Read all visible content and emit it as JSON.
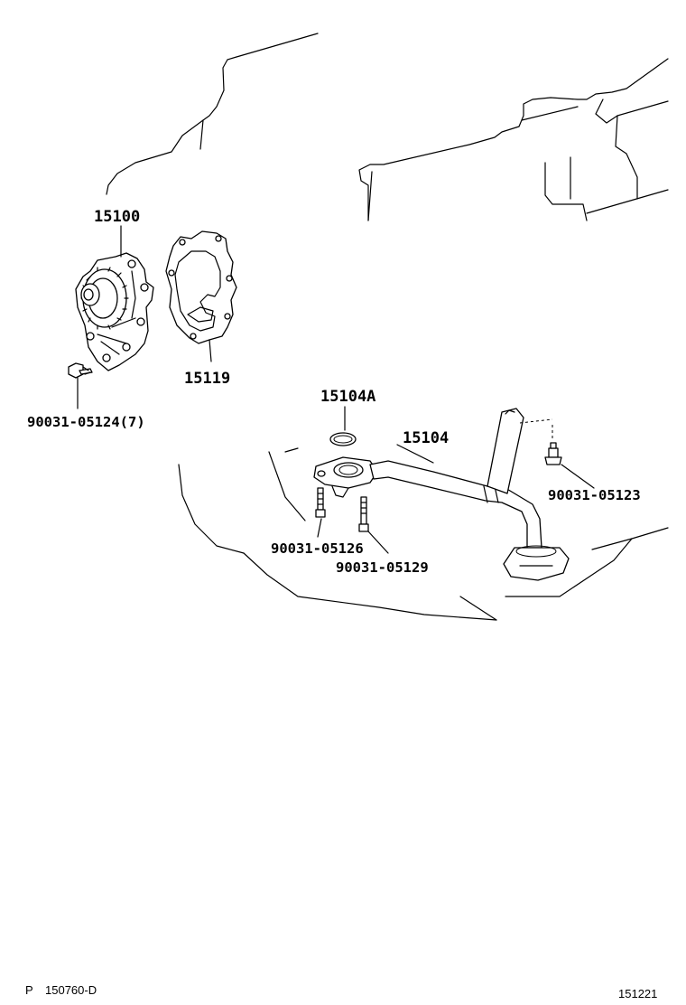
{
  "parts": {
    "p15100": "15100",
    "p15119": "15119",
    "p15104A": "15104A",
    "p15104": "15104",
    "b9003105124": "90031-05124(7)",
    "b9003105123": "90031-05123",
    "b9003105126": "90031-05126",
    "b9003105129": "90031-05129"
  },
  "footer": {
    "left_marker": "P",
    "left_code": "150760-D",
    "right_code": "151221"
  }
}
